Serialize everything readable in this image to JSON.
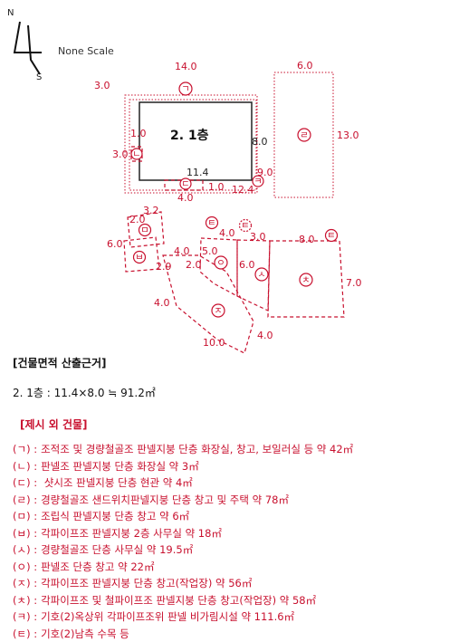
{
  "compass": {
    "north": "N",
    "south": "S",
    "scale_note": "None Scale"
  },
  "building": {
    "label": "2. 1층",
    "width": "11.4",
    "height": "8.0"
  },
  "dims": {
    "g_top": "14.0",
    "g_left": "3.0",
    "g_side": "1.0",
    "d_left": "3.0",
    "c_w": "4.0",
    "c_right": "1.0",
    "b_w": "12.4",
    "b_h": "9.0",
    "r_w": "6.0",
    "r_h": "13.0",
    "m_top": "3.2",
    "m_left": "2.0",
    "h_left": "6.0",
    "h_right": "2.9",
    "ja_left": "4.0",
    "ja_top": "4.0",
    "ja_bottom": "10.0",
    "ja_right": "4.0",
    "o_top": "5.0",
    "o_left": "2.0",
    "t_top": "4.0",
    "s_top": "3.0",
    "s_left": "6.0",
    "ch_top": "8.0",
    "ch_right": "7.0"
  },
  "markers": {
    "g": "ㄱ",
    "n": "ㄴ",
    "d": "ㄷ",
    "r": "ㄹ",
    "m": "ㅁ",
    "b": "ㅂ",
    "s": "ㅅ",
    "o": "ㅇ",
    "j": "ㅈ",
    "ch": "ㅊ",
    "k": "ㅋ",
    "t": "ㅌ"
  },
  "legend": {
    "heading": "[건물면적 산출근거]",
    "area_calc": "2. 1층 :  11.4×8.0 ≒ 91.2㎡",
    "heading2": "[제시 외 건물]",
    "items": [
      {
        "key": "(ㄱ) :",
        "text": "조적조 및 경량철골조 판넬지붕 단층 화장실, 창고, 보일러실 등 약 42㎡"
      },
      {
        "key": "(ㄴ) :",
        "text": "판넬조 판넬지붕 단층 화장실 약 3㎡"
      },
      {
        "key": "(ㄷ) :",
        "text": " 샷시조 판넬지붕 단층 현관 약 4㎡"
      },
      {
        "key": "(ㄹ) :",
        "text": "경량철골조 샌드위치판넬지붕 단층 창고 및 주택 약 78㎡"
      },
      {
        "key": "(ㅁ) :",
        "text": "조립식 판넬지붕 단층 창고 약 6㎡"
      },
      {
        "key": "(ㅂ) :",
        "text": "각파이프조 판넬지붕 2층 사무실 약 18㎡"
      },
      {
        "key": "(ㅅ) :",
        "text": "경량철골조 단층 사무실 약 19.5㎡"
      },
      {
        "key": "(ㅇ) :",
        "text": "판넬조 단층 창고 약 22㎡"
      },
      {
        "key": "(ㅈ) :",
        "text": "각파이프조 판넬지붕 단층 창고(작업장) 약 56㎡"
      },
      {
        "key": "(ㅊ) :",
        "text": "각파이프조 및 철파이프조 판넬지붕 단층 창고(작업장) 약 58㎡"
      },
      {
        "key": "(ㅋ) :",
        "text": "기호(2)옥상위 각파이프조위 판넬 비가림시설 약 111.6㎡"
      },
      {
        "key": "(ㅌ) :",
        "text": "기호(2)남측 수목 등"
      }
    ]
  }
}
